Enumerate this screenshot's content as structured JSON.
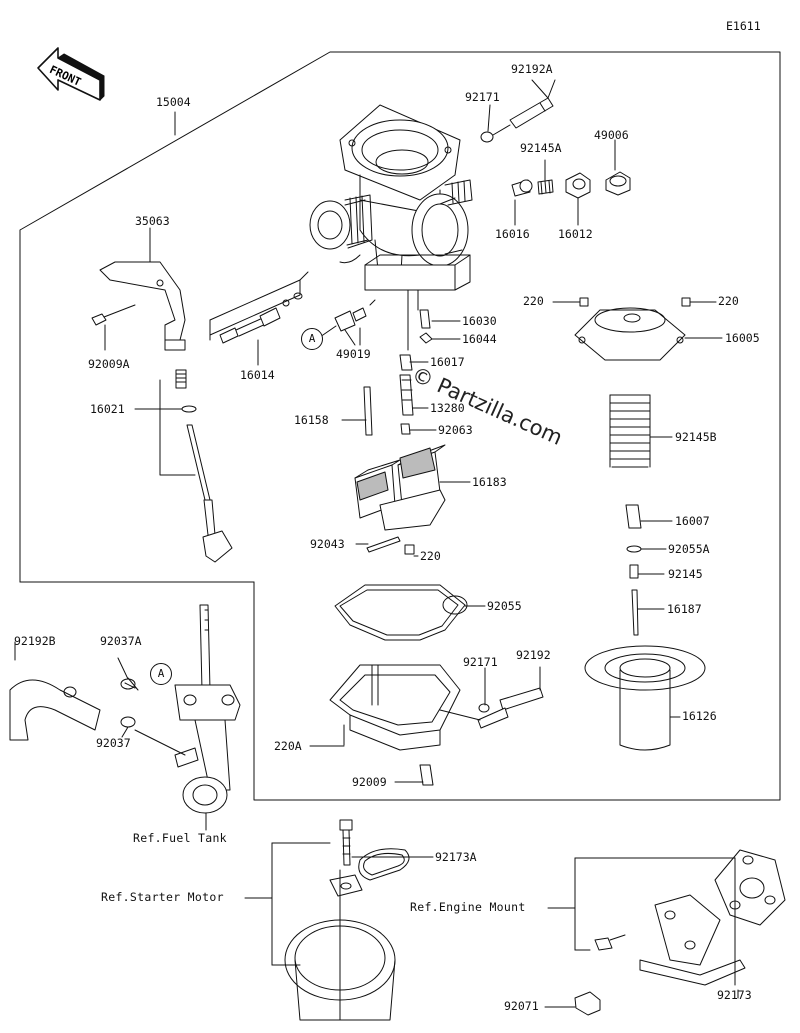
{
  "diagram_code": "E1611",
  "front_label": "FRONT",
  "watermark": "© Partzilla.com",
  "callout_a": "A",
  "parts": {
    "p15004": "15004",
    "p35063": "35063",
    "p92009A": "92009A",
    "p16021": "16021",
    "p16014": "16014",
    "p49019": "49019",
    "p92171_top": "92171",
    "p92192A": "92192A",
    "p92145A": "92145A",
    "p49006": "49006",
    "p16016": "16016",
    "p16012": "16012",
    "p16030": "16030",
    "p16044": "16044",
    "p16017": "16017",
    "p13280": "13280",
    "p16158": "16158",
    "p92063": "92063",
    "p16183": "16183",
    "p92043": "92043",
    "p220_mid": "220",
    "p92055": "92055",
    "p92171_low": "92171",
    "p92192": "92192",
    "p220A": "220A",
    "p92009": "92009",
    "p220_left": "220",
    "p220_right": "220",
    "p16005": "16005",
    "p92145B": "92145B",
    "p16007": "16007",
    "p92055A": "92055A",
    "p92145": "92145",
    "p16187": "16187",
    "p16126": "16126",
    "p92192B": "92192B",
    "p92037A": "92037A",
    "p92037": "92037",
    "p92173A": "92173A",
    "p92071": "92071",
    "p92173": "92173"
  },
  "refs": {
    "fuel_tank": "Ref.Fuel Tank",
    "starter_motor": "Ref.Starter Motor",
    "engine_mount": "Ref.Engine Mount"
  }
}
